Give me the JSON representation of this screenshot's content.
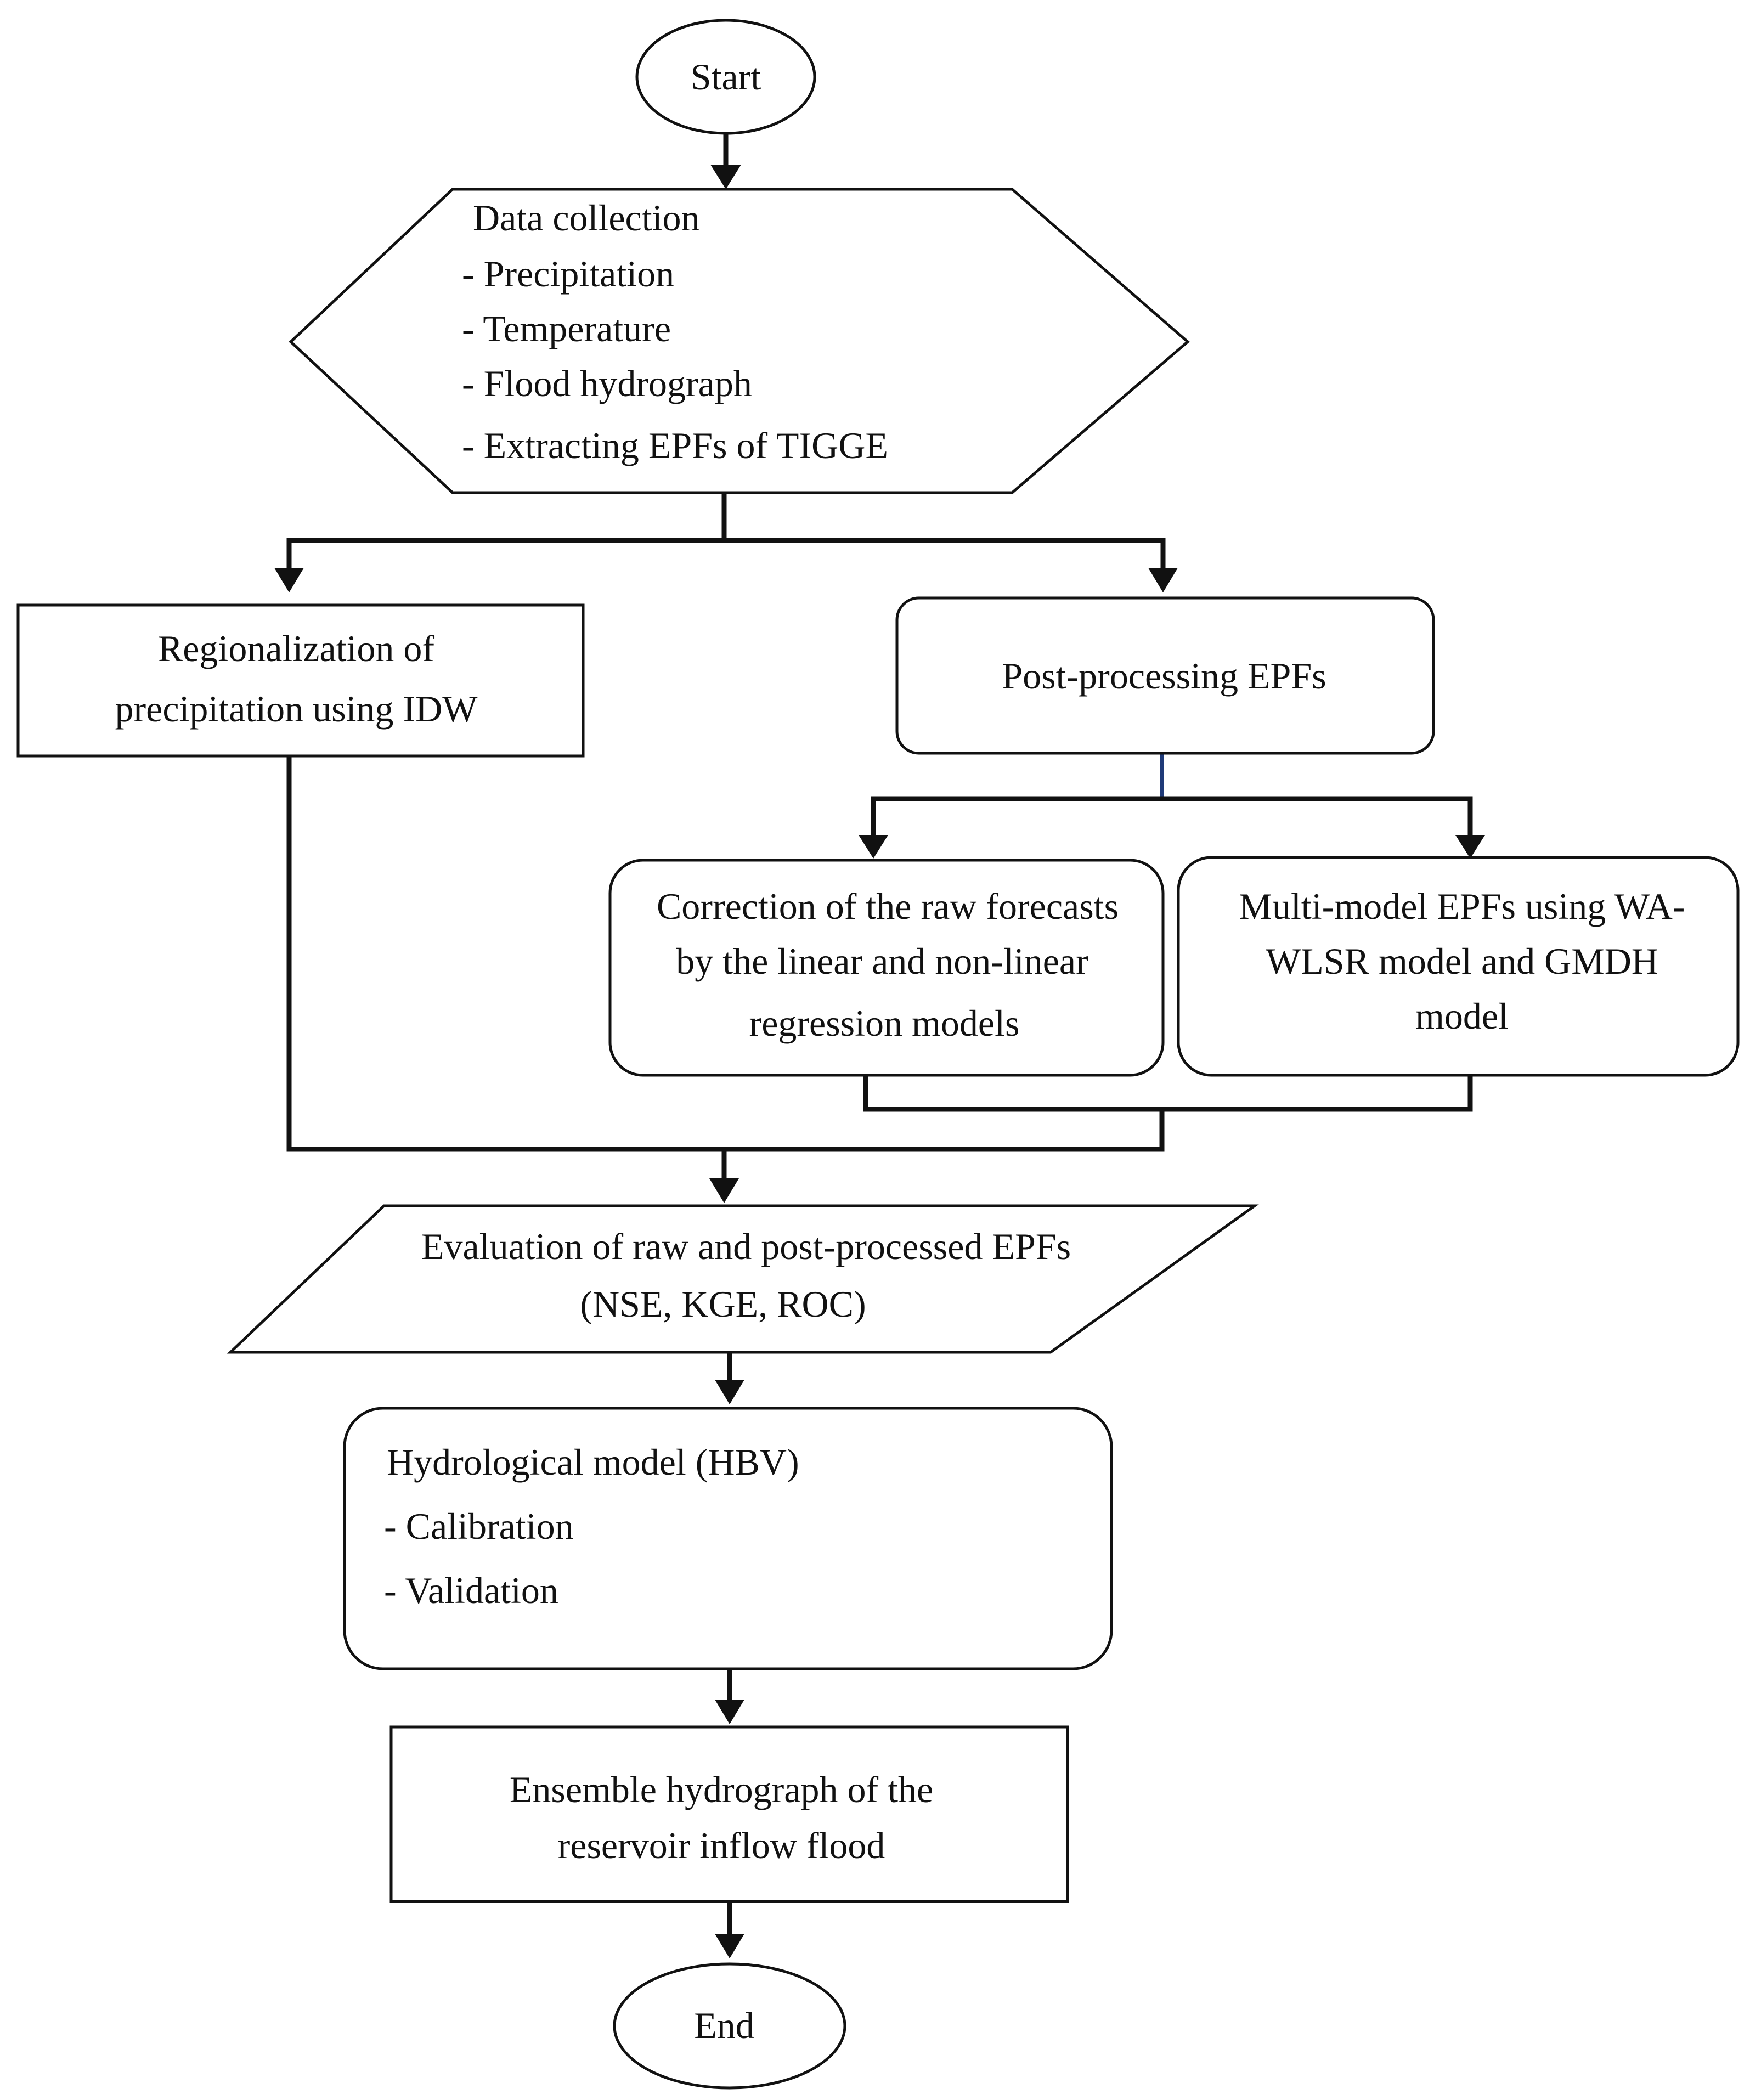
{
  "nodes": {
    "start": {
      "label": "Start"
    },
    "data_collection": {
      "lines": [
        "Data collection",
        "- Precipitation",
        "- Temperature",
        "- Flood hydrograph",
        "- Extracting EPFs of TIGGE"
      ]
    },
    "regionalization": {
      "lines": [
        "Regionalization of",
        "precipitation using IDW"
      ]
    },
    "post_processing": {
      "label": "Post-processing EPFs"
    },
    "correction": {
      "lines": [
        "Correction of the raw forecasts",
        "by the linear and non-linear",
        "regression models"
      ]
    },
    "multi_model": {
      "lines": [
        "Multi-model EPFs using WA-",
        "WLSR model and GMDH",
        "model"
      ]
    },
    "evaluation": {
      "lines": [
        "Evaluation of raw and post-processed EPFs",
        "(NSE, KGE, ROC)"
      ]
    },
    "hydrological_model": {
      "lines": [
        "Hydrological model (HBV)",
        "- Calibration",
        "- Validation"
      ]
    },
    "ensemble_hydrograph": {
      "lines": [
        "Ensemble hydrograph of the",
        "reservoir inflow flood"
      ]
    },
    "end": {
      "label": "End"
    }
  }
}
